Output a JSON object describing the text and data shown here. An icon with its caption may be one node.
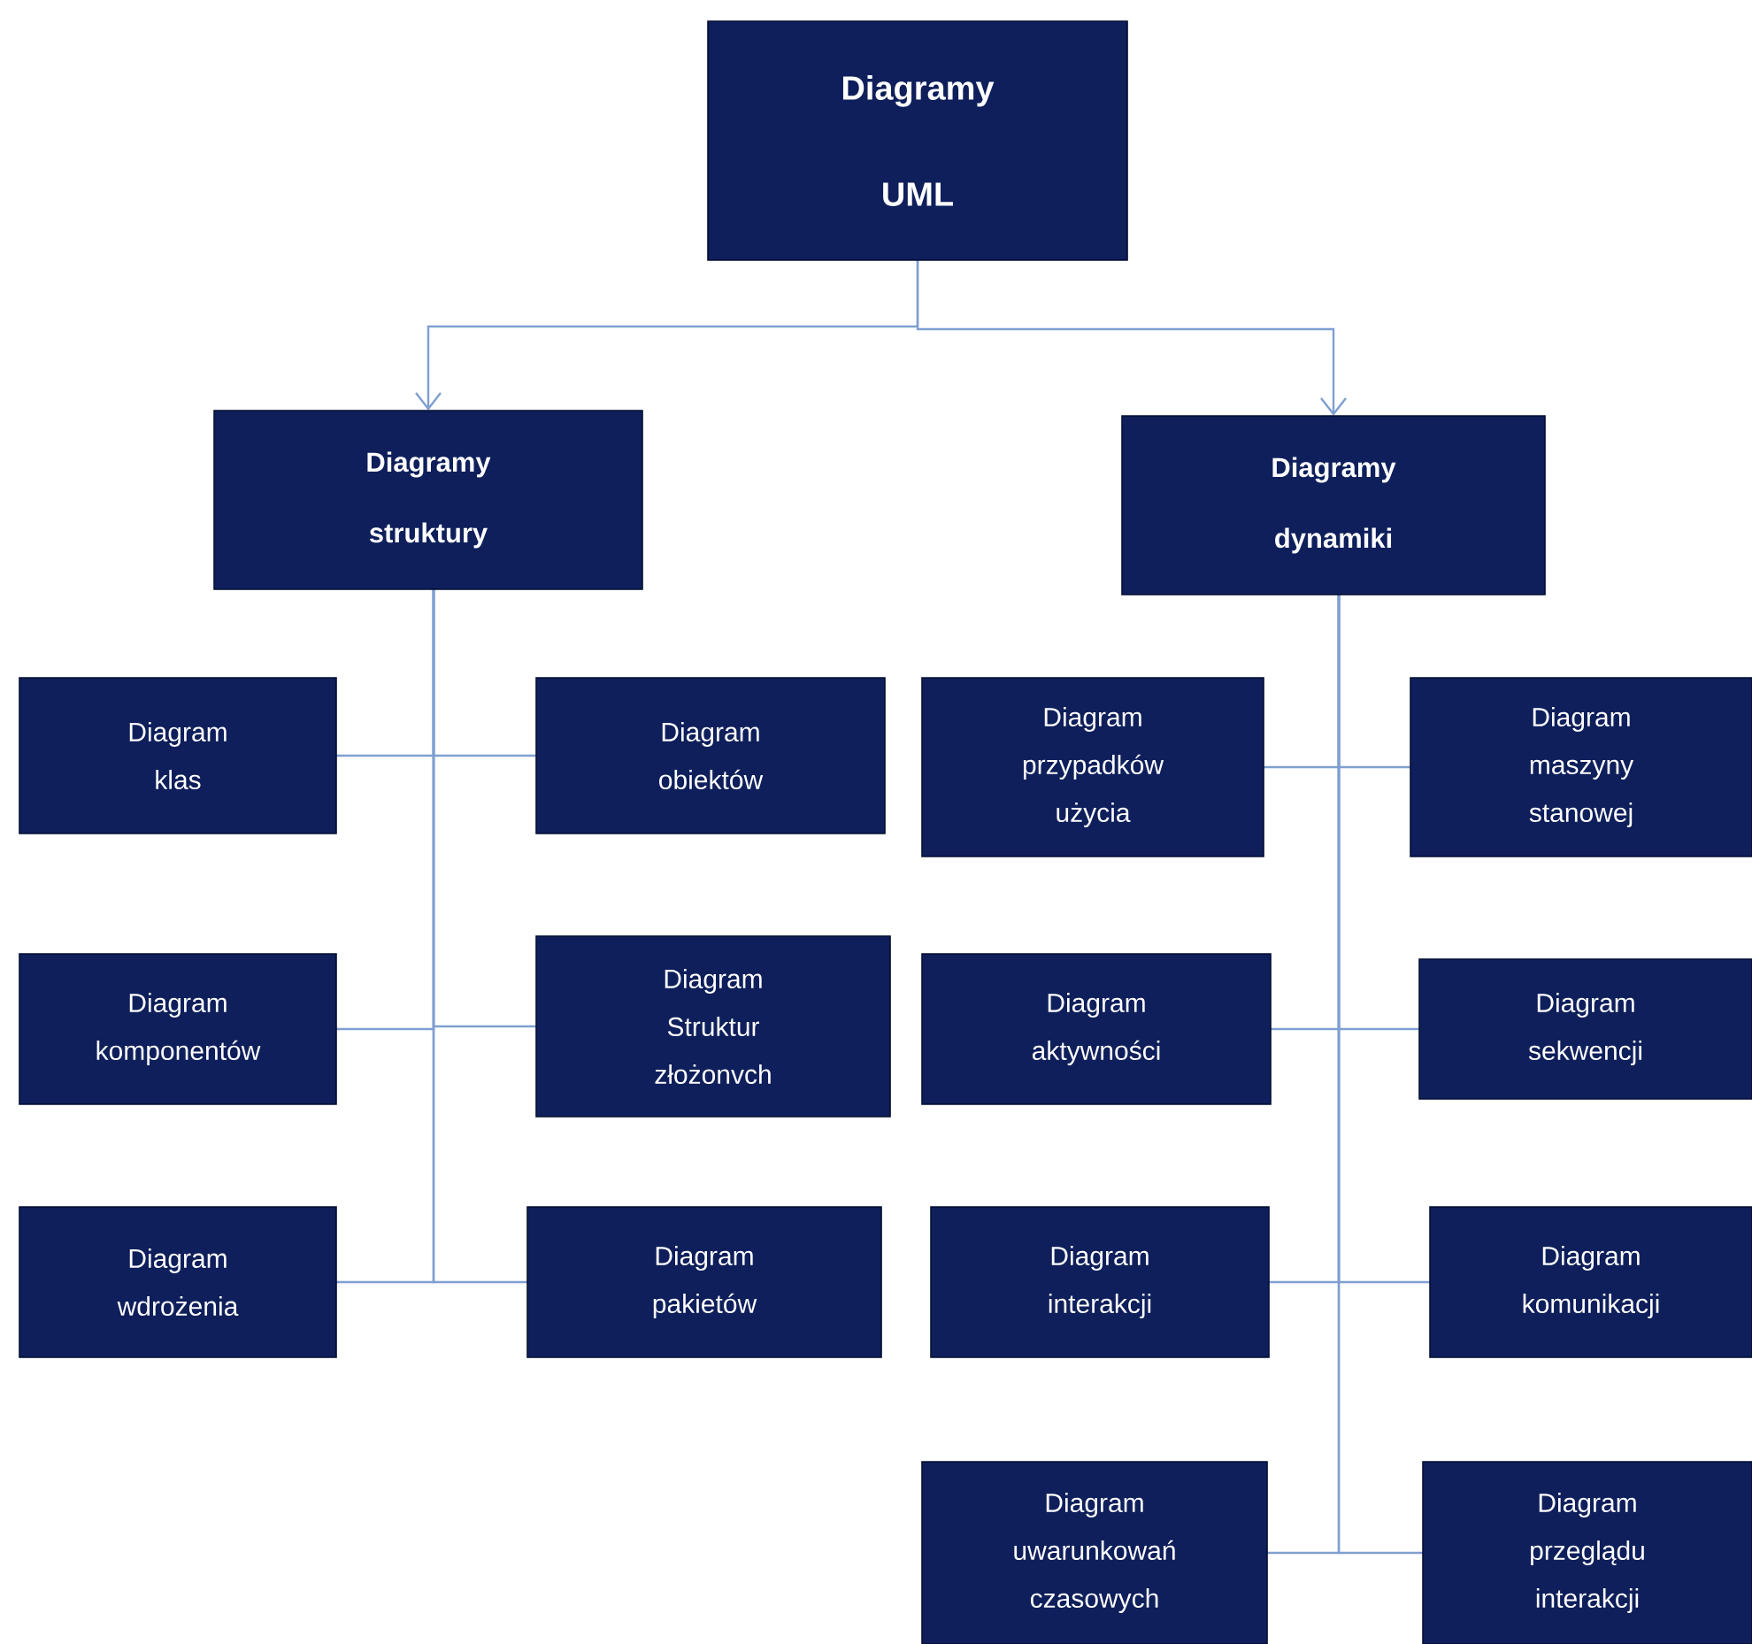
{
  "diagram": {
    "nodes": [
      {
        "text": [
          "Diagramy UML"
        ]
      },
      {
        "text": [
          "Diagramy struktury"
        ]
      },
      {
        "text": [
          "Diagramy dynamiki"
        ]
      },
      {
        "text": [
          "Diagram klas"
        ]
      },
      {
        "text": [
          "Diagram obiektów"
        ]
      },
      {
        "text": [
          "Diagram komponentów"
        ]
      },
      {
        "text": [
          "Diagram Struktur złożonvch"
        ]
      },
      {
        "text": [
          "Diagram wdrożenia"
        ]
      },
      {
        "text": [
          "Diagram pakietów"
        ]
      },
      {
        "text": [
          "Diagram przypadków użycia"
        ]
      },
      {
        "text": [
          "Diagram maszyny stanowej"
        ]
      },
      {
        "text": [
          "Diagram aktywności"
        ]
      },
      {
        "text": [
          "Diagram sekwencji"
        ]
      },
      {
        "text": [
          "Diagram interakcji"
        ]
      },
      {
        "text": [
          "Diagram komunikacji"
        ]
      },
      {
        "text": [
          "Diagram uwarunkowań czasowych"
        ]
      },
      {
        "text": [
          "Diagram przeglądu interakcji"
        ]
      }
    ],
    "edges": [
      {
        "from": 0,
        "to": 1,
        "arrow": "to"
      },
      {
        "from": 0,
        "to": 2,
        "arrow": "to"
      },
      {
        "from": 1,
        "to": 3,
        "arrow": "none"
      },
      {
        "from": 1,
        "to": 4,
        "arrow": "none"
      },
      {
        "from": 1,
        "to": 5,
        "arrow": "none"
      },
      {
        "from": 1,
        "to": 6,
        "arrow": "none"
      },
      {
        "from": 1,
        "to": 7,
        "arrow": "none"
      },
      {
        "from": 1,
        "to": 8,
        "arrow": "none"
      },
      {
        "from": 2,
        "to": 9,
        "arrow": "none"
      },
      {
        "from": 2,
        "to": 10,
        "arrow": "none"
      },
      {
        "from": 2,
        "to": 11,
        "arrow": "none"
      },
      {
        "from": 2,
        "to": 12,
        "arrow": "none"
      },
      {
        "from": 2,
        "to": 13,
        "arrow": "none"
      },
      {
        "from": 2,
        "to": 14,
        "arrow": "none"
      },
      {
        "from": 2,
        "to": 15,
        "arrow": "none"
      },
      {
        "from": 2,
        "to": 16,
        "arrow": "none"
      }
    ]
  }
}
